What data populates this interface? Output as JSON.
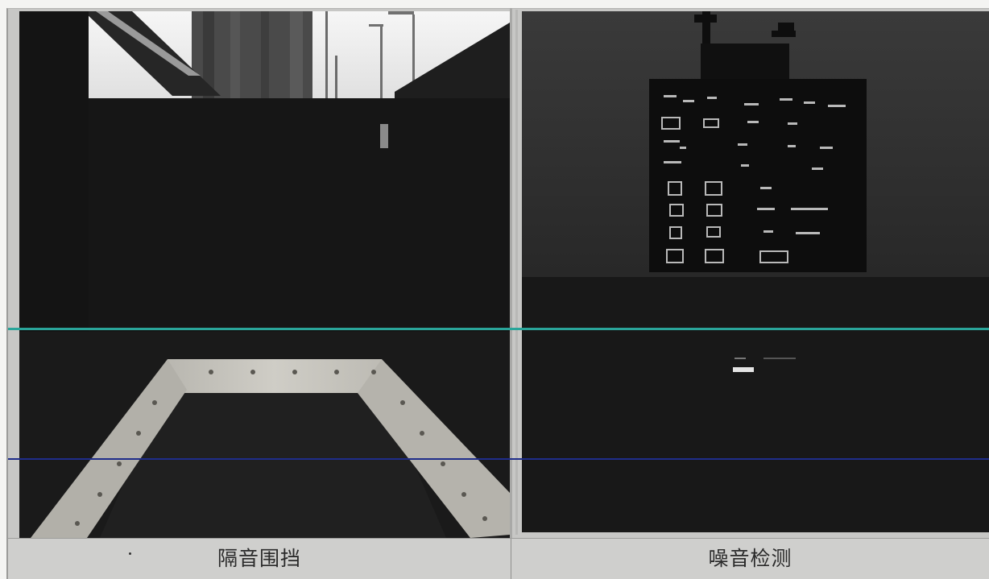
{
  "panels": [
    {
      "id": "left",
      "caption": "隔音围挡",
      "scene": "sound-barrier-photo"
    },
    {
      "id": "right",
      "caption": "噪音检测",
      "scene": "noise-monitor-photo"
    }
  ],
  "colors": {
    "scan_cyan": "#2aa59a",
    "scan_blue": "#1f2d8a",
    "caption_bg": "#cfcfcd"
  }
}
